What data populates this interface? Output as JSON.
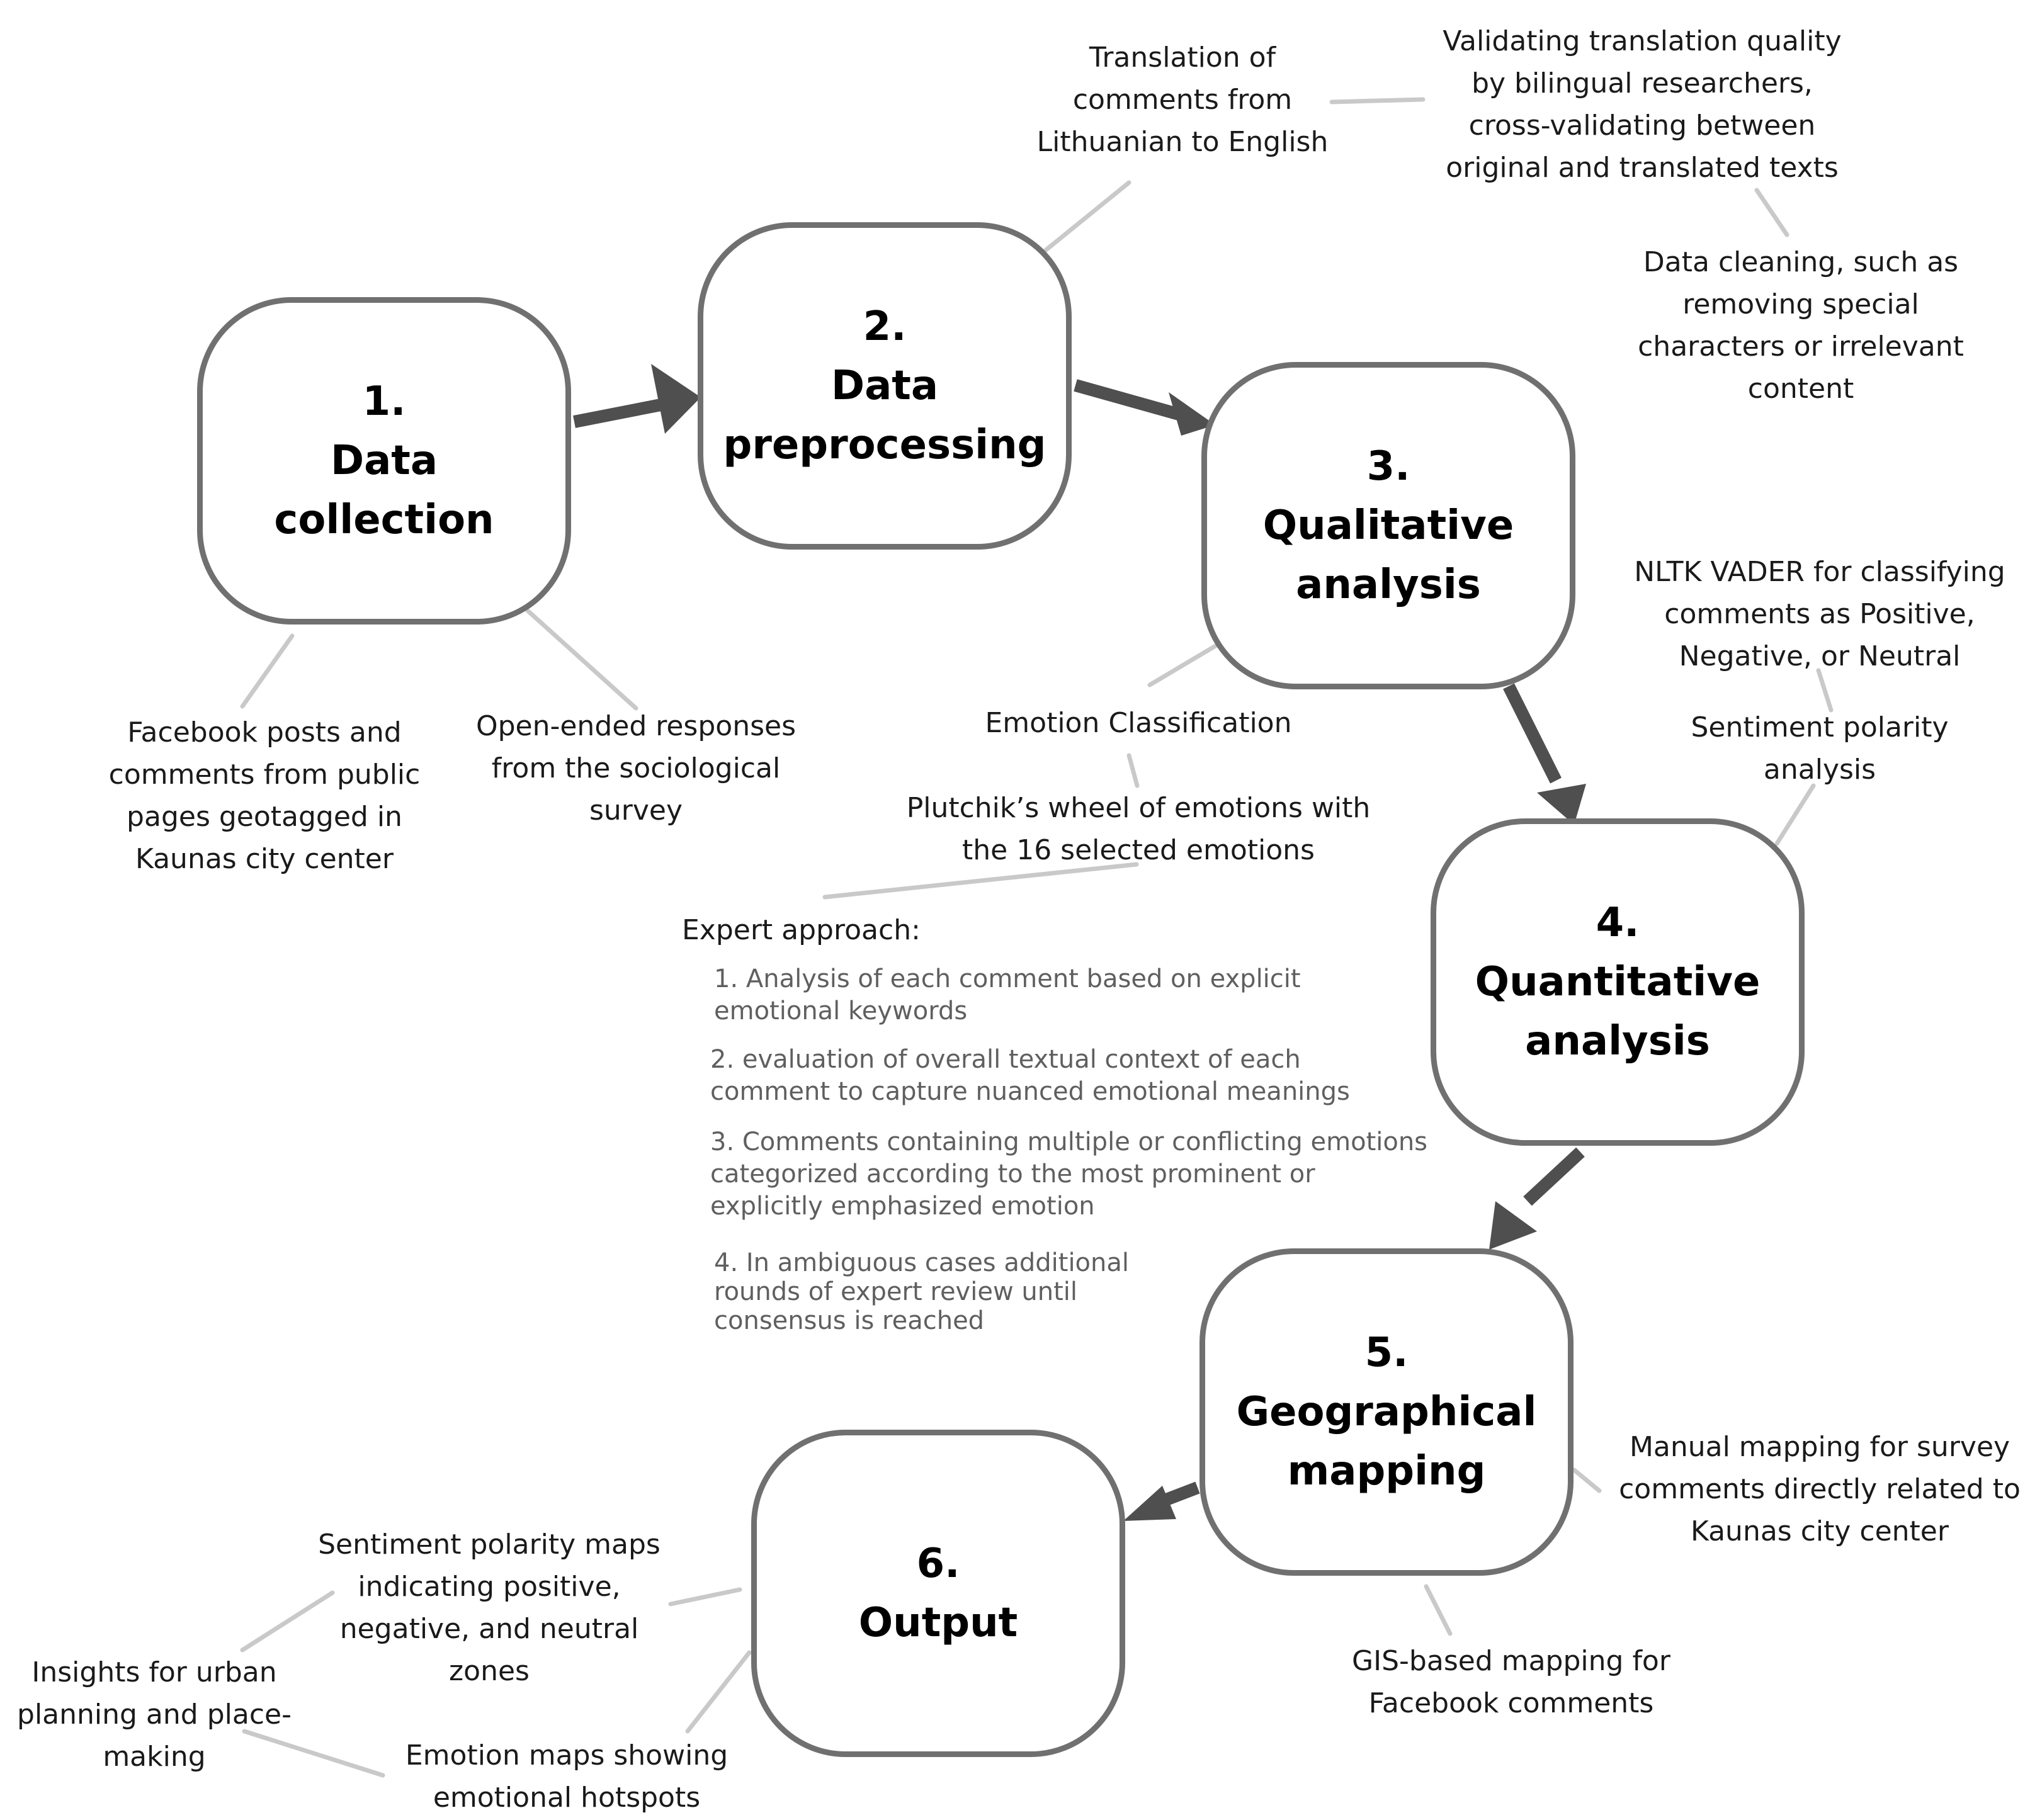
{
  "colors": {
    "box_border": "#707070",
    "arrow": "#4f4f4f",
    "connector": "#c9c9c9",
    "text": "#1a1a1a",
    "step_text": "#5f5f5f"
  },
  "stages": [
    {
      "number": "1.",
      "lines": [
        "Data",
        "collection"
      ]
    },
    {
      "number": "2.",
      "lines": [
        "Data",
        "preprocessing"
      ]
    },
    {
      "number": "3.",
      "lines": [
        "Qualitative",
        "analysis"
      ]
    },
    {
      "number": "4.",
      "lines": [
        "Quantitative",
        "analysis"
      ]
    },
    {
      "number": "5.",
      "lines": [
        "Geographical",
        "mapping"
      ]
    },
    {
      "number": "6.",
      "lines": [
        "Output"
      ]
    }
  ],
  "notes": {
    "collection_facebook": [
      "Facebook posts and",
      "comments from public",
      "pages geotagged in",
      "Kaunas city center"
    ],
    "collection_survey": [
      "Open-ended responses",
      "from the sociological",
      "survey"
    ],
    "translation": [
      "Translation of",
      "comments from",
      "Lithuanian to English"
    ],
    "validation": [
      "Validating translation quality",
      "by bilingual researchers,",
      "cross-validating between",
      "original and translated texts"
    ],
    "cleaning": [
      "Data cleaning, such as",
      "removing special",
      "characters or irrelevant",
      "content"
    ],
    "emotion_classification": [
      "Emotion Classification"
    ],
    "plutchik": [
      "Plutchik’s wheel of emotions with",
      "the 16 selected emotions"
    ],
    "vader": [
      "NLTK VADER for classifying",
      "comments as Positive,",
      "Negative, or Neutral"
    ],
    "polarity_analysis": [
      "Sentiment polarity",
      "analysis"
    ],
    "manual_mapping": [
      "Manual mapping for survey",
      "comments directly related to",
      "Kaunas city center"
    ],
    "gis_mapping": [
      "GIS-based mapping for",
      "Facebook comments"
    ],
    "polarity_maps": [
      "Sentiment polarity maps",
      "indicating positive,",
      "negative, and neutral",
      "zones"
    ],
    "emotion_maps": [
      "Emotion maps showing",
      "emotional hotspots"
    ],
    "insights": [
      "Insights for urban",
      "planning and place-",
      "making"
    ]
  },
  "expert": {
    "title": "Expert approach:",
    "steps": [
      [
        "1. Analysis of each comment based on explicit",
        "emotional keywords"
      ],
      [
        "2. evaluation of overall textual context of each",
        "comment to capture nuanced emotional meanings"
      ],
      [
        "3. Comments containing multiple or conflicting emotions",
        "categorized according to the most prominent or",
        "explicitly emphasized emotion"
      ],
      [
        "4. In ambiguous cases additional",
        "rounds of expert review until",
        "consensus is reached"
      ]
    ]
  }
}
